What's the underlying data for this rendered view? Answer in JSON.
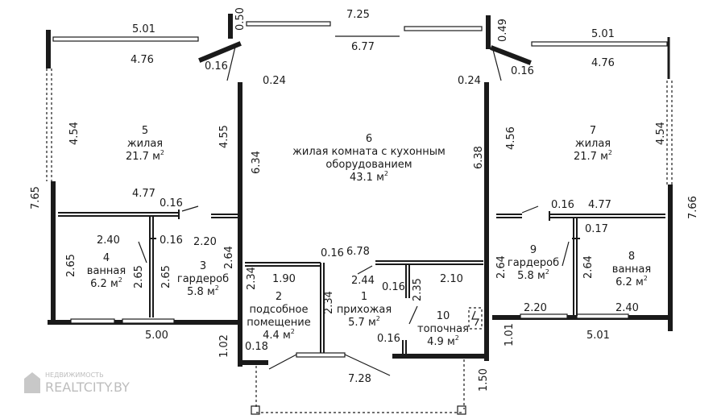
{
  "rooms": [
    {
      "id": "r5",
      "num": "5",
      "name": [
        "жилая"
      ],
      "area": "21.7 м"
    },
    {
      "id": "r6",
      "num": "6",
      "name": [
        "жилая комната с кухонным",
        "оборудованием"
      ],
      "area": "43.1 м"
    },
    {
      "id": "r7",
      "num": "7",
      "name": [
        "жилая"
      ],
      "area": "21.7 м"
    },
    {
      "id": "r4",
      "num": "4",
      "name": [
        "ванная"
      ],
      "area": "6.2 м"
    },
    {
      "id": "r3",
      "num": "3",
      "name": [
        "гардероб"
      ],
      "area": "5.8 м"
    },
    {
      "id": "r2",
      "num": "2",
      "name": [
        "подсобное",
        "помещение"
      ],
      "area": "4.4 м"
    },
    {
      "id": "r1",
      "num": "1",
      "name": [
        "прихожая"
      ],
      "area": "5.7 м"
    },
    {
      "id": "r10",
      "num": "10",
      "name": [
        "топочная"
      ],
      "area": "4.9 м"
    },
    {
      "id": "r9",
      "num": "9",
      "name": [
        "гардероб"
      ],
      "area": "5.8 м"
    },
    {
      "id": "r8",
      "num": "8",
      "name": [
        "ванная"
      ],
      "area": "6.2 м"
    }
  ],
  "area_superscript": "2",
  "dimensions": [
    "5.01",
    "4.76",
    "0.50",
    "0.16",
    "7.25",
    "6.77",
    "0.49",
    "0.16",
    "5.01",
    "4.76",
    "0.24",
    "0.24",
    "4.54",
    "4.55",
    "6.34",
    "6.38",
    "4.56",
    "4.54",
    "7.65",
    "7.66",
    "4.77",
    "0.16",
    "0.16",
    "4.77",
    "2.40",
    "0.16",
    "2.20",
    "0.17",
    "2.64",
    "2.64",
    "2.64",
    "2.65",
    "2.65",
    "2.65",
    "0.16",
    "6.78",
    "1.90",
    "2.34",
    "2.44",
    "0.16",
    "2.10",
    "2.35",
    "2.34",
    "5.00",
    "1.02",
    "0.18",
    "0.16",
    "2.20",
    "2.40",
    "1.01",
    "5.01",
    "7.28",
    "1.50"
  ],
  "watermark": {
    "small": "НЕДВИЖИМОСТЬ",
    "brand": "REALTCITY.BY"
  },
  "colors": {
    "ink": "#1a1a1a",
    "watermark": "#bdbdbd"
  }
}
